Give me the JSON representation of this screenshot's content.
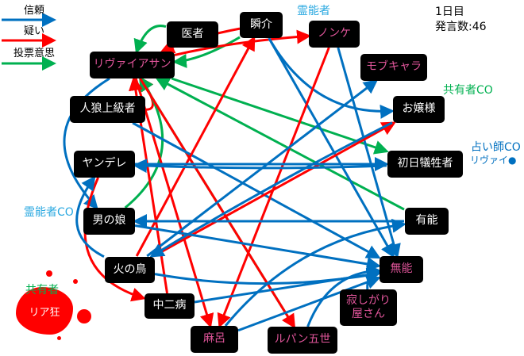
{
  "legend": [
    {
      "label": "信頼",
      "color": "#0070c0"
    },
    {
      "label": "疑い",
      "color": "#ff0000"
    },
    {
      "label": "投票意思",
      "color": "#00b050"
    }
  ],
  "status": {
    "day": "1日目",
    "remarks": "発言数:46"
  },
  "nodes": {
    "isha": {
      "label": "医者"
    },
    "shunsuke": {
      "label": "瞬介"
    },
    "nonke": {
      "label": "ノンケ"
    },
    "leviathan": {
      "label": "リヴァイアサン"
    },
    "mob": {
      "label": "モブキャラ"
    },
    "jinro": {
      "label": "人狼上級者"
    },
    "ojou": {
      "label": "お嬢様"
    },
    "yandere": {
      "label": "ヤンデレ"
    },
    "shonichi": {
      "label": "初日犠牲者"
    },
    "otoko": {
      "label": "男の娘"
    },
    "yuno": {
      "label": "有能"
    },
    "hinotori": {
      "label": "火の鳥"
    },
    "muno": {
      "label": "無能"
    },
    "chuni": {
      "label": "中二病"
    },
    "sabishi": {
      "label": "寂しがり屋さん",
      "line1": "寂しがり",
      "line2": "屋さん"
    },
    "maro": {
      "label": "麻呂"
    },
    "lupin": {
      "label": "ルパン五世"
    },
    "riakyo": {
      "label": "リア狂"
    }
  },
  "annotations": {
    "medium_top": "霊能者",
    "shared_co": "共有者CO",
    "seer_co": "占い師CO",
    "seer_result": "リヴァイ●",
    "medium_co": "霊能者CO",
    "shared": "共有者"
  },
  "edges": [
    {
      "from": "isha",
      "to": "leviathan",
      "type": "vote"
    },
    {
      "from": "shunsuke",
      "to": "leviathan",
      "type": "vote"
    },
    {
      "from": "shunsuke",
      "to": "leviathan",
      "type": "doubt"
    },
    {
      "from": "leviathan",
      "to": "nonke",
      "type": "doubt"
    },
    {
      "from": "jinro",
      "to": "leviathan",
      "type": "doubt"
    },
    {
      "from": "otoko",
      "to": "leviathan",
      "type": "vote"
    },
    {
      "from": "yuno",
      "to": "leviathan",
      "type": "vote"
    },
    {
      "from": "lupin",
      "to": "leviathan",
      "type": "vote"
    },
    {
      "from": "chuni",
      "to": "leviathan",
      "type": "doubt"
    },
    {
      "from": "leviathan",
      "to": "maro",
      "type": "doubt"
    },
    {
      "from": "leviathan",
      "to": "lupin",
      "type": "doubt"
    },
    {
      "from": "leviathan",
      "to": "shonichi",
      "type": "vote"
    },
    {
      "from": "jinro",
      "to": "muno",
      "type": "trust"
    },
    {
      "from": "leviathan",
      "to": "otoko",
      "type": "trust"
    },
    {
      "from": "shunsuke",
      "to": "ojou",
      "type": "trust"
    },
    {
      "from": "shunsuke",
      "to": "muno",
      "type": "trust"
    },
    {
      "from": "nonke",
      "to": "muno",
      "type": "trust"
    },
    {
      "from": "nonke",
      "to": "maro",
      "type": "doubt"
    },
    {
      "from": "hinotori",
      "to": "shunsuke",
      "type": "doubt"
    },
    {
      "from": "hinotori",
      "to": "ojou",
      "type": "doubt"
    },
    {
      "from": "hinotori",
      "to": "mob",
      "type": "trust"
    },
    {
      "from": "hinotori",
      "to": "muno",
      "type": "trust"
    },
    {
      "from": "ojou",
      "to": "hinotori",
      "type": "trust"
    },
    {
      "from": "shonichi",
      "to": "yandere",
      "type": "trust"
    },
    {
      "from": "yandere",
      "to": "shonichi",
      "type": "trust"
    },
    {
      "from": "yuno",
      "to": "otoko",
      "type": "trust"
    },
    {
      "from": "otoko",
      "to": "muno",
      "type": "trust"
    },
    {
      "from": "chuni",
      "to": "muno",
      "type": "trust"
    },
    {
      "from": "maro",
      "to": "yuno",
      "type": "trust"
    },
    {
      "from": "maro",
      "to": "muno",
      "type": "trust"
    },
    {
      "from": "sabishi",
      "to": "muno",
      "type": "trust"
    },
    {
      "from": "lupin",
      "to": "muno",
      "type": "trust"
    },
    {
      "from": "yandere",
      "to": "chuni",
      "type": "doubt"
    },
    {
      "from": "hinotori",
      "to": "yandere",
      "type": "trust"
    }
  ]
}
